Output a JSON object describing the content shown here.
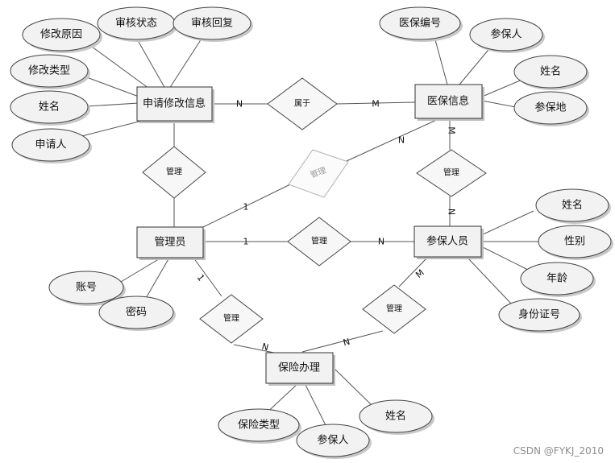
{
  "diagram": {
    "entities": [
      {
        "id": "apply",
        "label": "申请修改信息"
      },
      {
        "id": "medical",
        "label": "医保信息"
      },
      {
        "id": "admin",
        "label": "管理员"
      },
      {
        "id": "insured",
        "label": "参保人员"
      },
      {
        "id": "handle",
        "label": "保险办理"
      }
    ],
    "relationships": [
      {
        "id": "belongs",
        "label": "属于"
      },
      {
        "id": "mgr_apply",
        "label": "管理"
      },
      {
        "id": "mgr_medical",
        "label": "管理"
      },
      {
        "id": "mgr_insured_medical",
        "label": "管理"
      },
      {
        "id": "mgr_insured",
        "label": "管理"
      },
      {
        "id": "mgr_handle_admin",
        "label": "管理"
      },
      {
        "id": "mgr_handle_insured",
        "label": "管理"
      }
    ],
    "attributes": {
      "apply": [
        "修改原因",
        "审核状态",
        "审核回复",
        "修改类型",
        "姓名",
        "申请人"
      ],
      "medical": [
        "医保编号",
        "参保人",
        "姓名",
        "参保地"
      ],
      "admin": [
        "账号",
        "密码"
      ],
      "insured": [
        "姓名",
        "性别",
        "年龄",
        "身份证号"
      ],
      "handle": [
        "保险类型",
        "参保人",
        "姓名"
      ]
    },
    "cardinalities": {
      "apply_belongs": "N",
      "belongs_medical": "M",
      "admin_mgr_medical": "1",
      "mgr_medical_medical": "N",
      "medical_mgr_insured": "M",
      "mgr_insured_insured": "N",
      "admin_mgr_insured": "1",
      "mgr_insured_insured2": "N",
      "admin_mgr_handle": "1",
      "mgr_handle_handle": "N",
      "handle_mgr_insured": "N",
      "mgr_insured_ins": "M"
    }
  },
  "watermark": "CSDN @FYKJ_2010"
}
